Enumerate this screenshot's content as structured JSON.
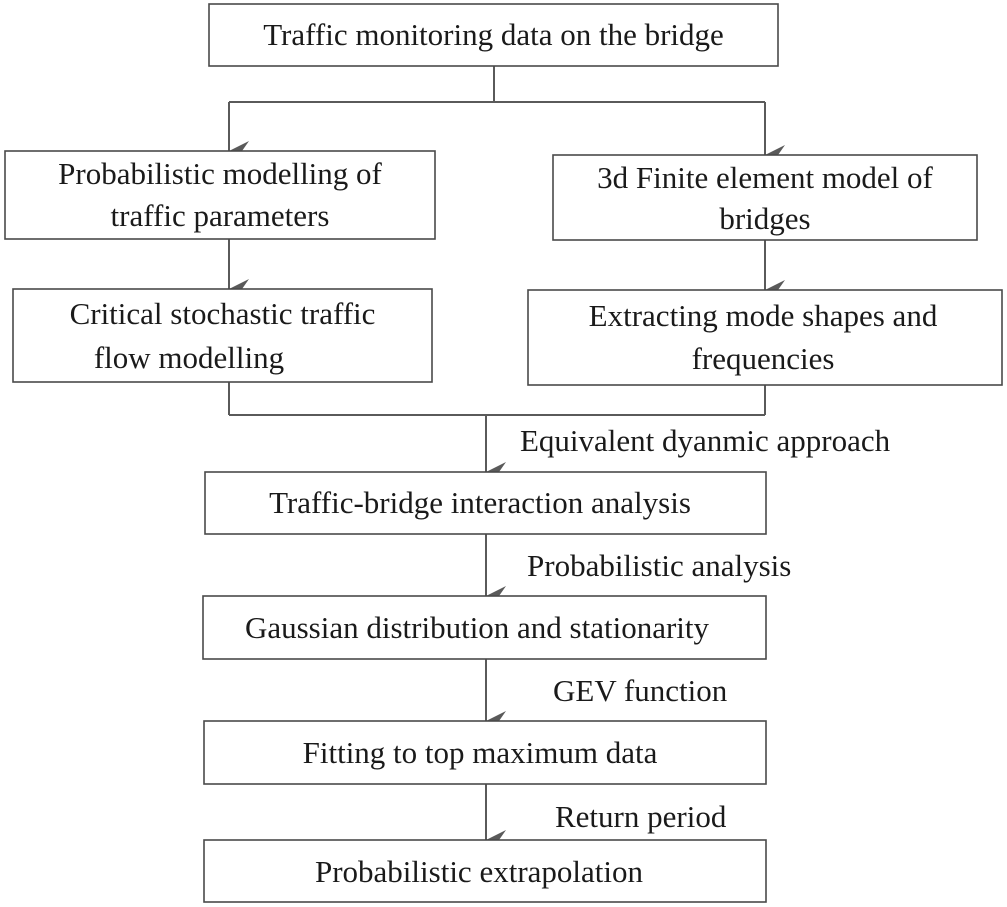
{
  "nodes": {
    "n1": {
      "lines": [
        "Traffic monitoring data on the bridge"
      ]
    },
    "n2": {
      "lines": [
        "Probabilistic modelling of",
        "traffic parameters"
      ]
    },
    "n3": {
      "lines": [
        "3d Finite element model of",
        "bridges"
      ]
    },
    "n4": {
      "lines": [
        "Critical stochastic traffic",
        "flow modelling"
      ]
    },
    "n5": {
      "lines": [
        "Extracting mode shapes and",
        "frequencies"
      ]
    },
    "n6": {
      "lines": [
        "Traffic-bridge interaction analysis"
      ]
    },
    "n7": {
      "lines": [
        "Gaussian distribution and stationarity"
      ]
    },
    "n8": {
      "lines": [
        "Fitting to top maximum data"
      ]
    },
    "n9": {
      "lines": [
        "Probabilistic extrapolation"
      ]
    }
  },
  "edge_labels": {
    "e_merge": "Equivalent dyanmic approach",
    "e_6_7": "Probabilistic analysis",
    "e_7_8": "GEV function",
    "e_8_9": "Return period"
  },
  "edges": [
    {
      "from": "n1",
      "to": [
        "n2",
        "n3"
      ],
      "kind": "split"
    },
    {
      "from": "n2",
      "to": "n4"
    },
    {
      "from": "n3",
      "to": "n5"
    },
    {
      "from": [
        "n4",
        "n5"
      ],
      "to": "n6",
      "kind": "merge",
      "label": "e_merge"
    },
    {
      "from": "n6",
      "to": "n7",
      "label": "e_6_7"
    },
    {
      "from": "n7",
      "to": "n8",
      "label": "e_7_8"
    },
    {
      "from": "n8",
      "to": "n9",
      "label": "e_8_9"
    }
  ]
}
